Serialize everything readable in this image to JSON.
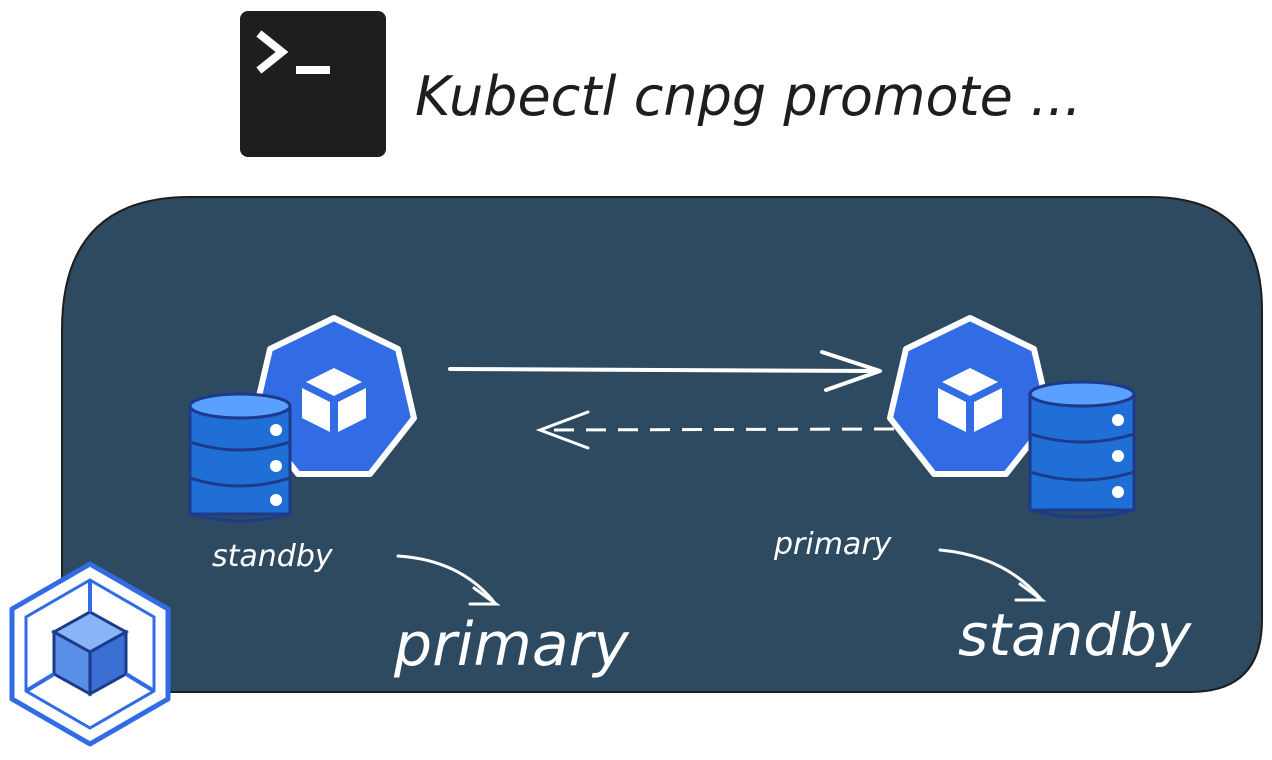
{
  "header": {
    "command": "Kubectl cnpg promote ...",
    "terminal_icon": "terminal-prompt-icon"
  },
  "cluster_left": {
    "icon": "kubernetes-pod-icon",
    "db_icon": "database-stack-icon",
    "role_before": "standby",
    "role_after": "primary"
  },
  "cluster_right": {
    "icon": "kubernetes-pod-icon",
    "db_icon": "database-stack-icon",
    "role_before": "primary",
    "role_after": "standby"
  },
  "logo": {
    "icon": "cloudnativepg-hex-cube-logo"
  },
  "colors": {
    "panel": "#2d4a60",
    "k8s_blue": "#326ce5",
    "db_blue": "#1f6fd6",
    "terminal_bg": "#1e1e1e",
    "text_dark": "#1e1e1e",
    "text_light": "#ffffff"
  }
}
